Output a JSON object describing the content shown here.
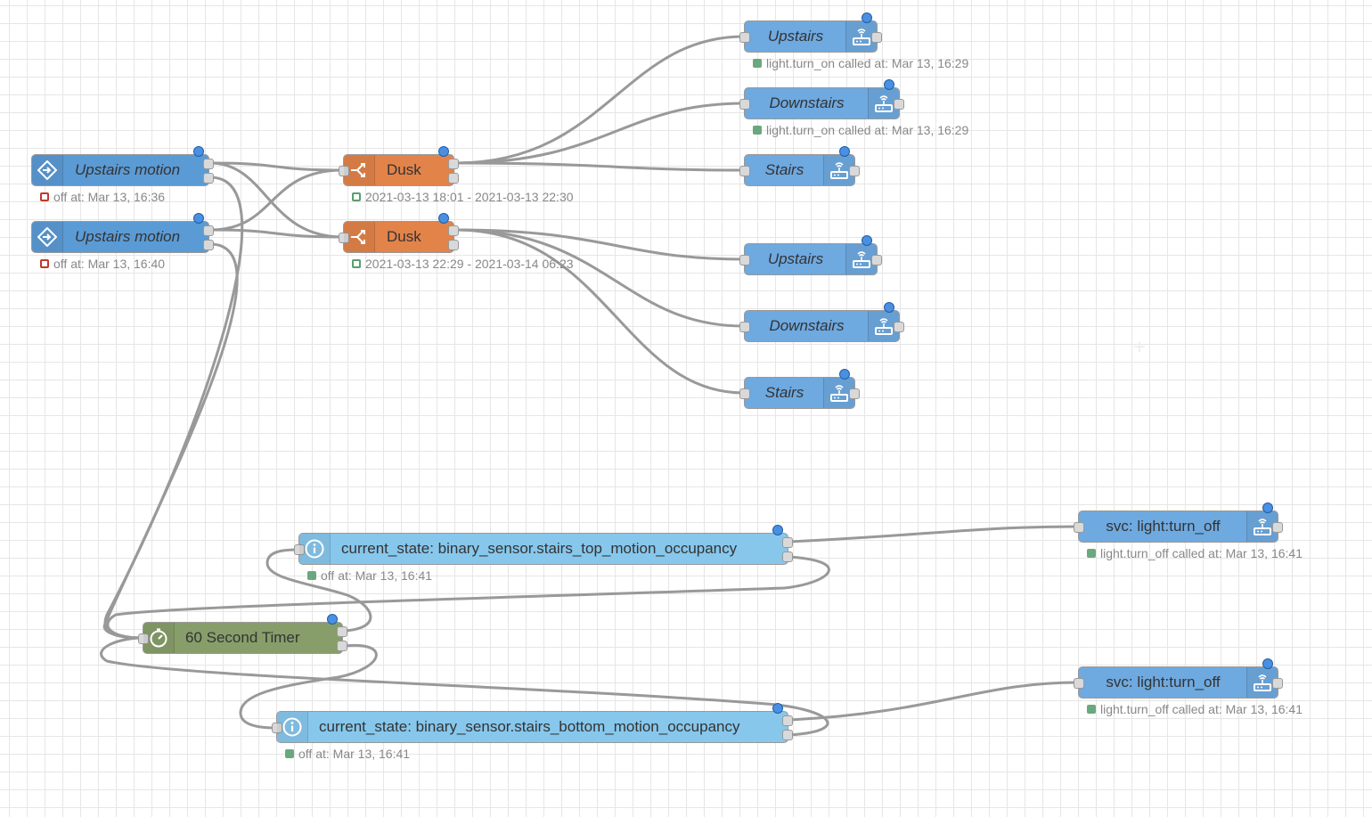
{
  "colors": {
    "trigger": "#5b9bd5",
    "service": "#6ea9e0",
    "switch": "#e2834a",
    "state": "#87c7ec",
    "timer": "#879e6a",
    "wire": "#999999",
    "status_green": "#5a9e6f",
    "status_red": "#c0392b"
  },
  "nodes": {
    "trigger1": {
      "label": "Upstairs motion",
      "status": "off at: Mar 13, 16:36",
      "icon": "arrow-in-icon"
    },
    "trigger2": {
      "label": "Upstairs motion",
      "status": "off at: Mar 13, 16:40",
      "icon": "arrow-in-icon"
    },
    "dusk1": {
      "label": "Dusk",
      "status": "2021-03-13 18:01 - 2021-03-13 22:30",
      "icon": "switch-icon"
    },
    "dusk2": {
      "label": "Dusk",
      "status": "2021-03-13 22:29 - 2021-03-14 06:23",
      "icon": "switch-icon"
    },
    "svc_upstairs1": {
      "label": "Upstairs",
      "status": "light.turn_on called at: Mar 13, 16:29",
      "icon": "router-icon"
    },
    "svc_downstairs1": {
      "label": "Downstairs",
      "status": "light.turn_on called at: Mar 13, 16:29",
      "icon": "router-icon"
    },
    "svc_stairs1": {
      "label": "Stairs",
      "icon": "router-icon"
    },
    "svc_upstairs2": {
      "label": "Upstairs",
      "icon": "router-icon"
    },
    "svc_downstairs2": {
      "label": "Downstairs",
      "icon": "router-icon"
    },
    "svc_stairs2": {
      "label": "Stairs",
      "icon": "router-icon"
    },
    "state_top": {
      "label": "current_state: binary_sensor.stairs_top_motion_occupancy",
      "status": "off at: Mar 13, 16:41",
      "icon": "info-icon"
    },
    "state_bottom": {
      "label": "current_state: binary_sensor.stairs_bottom_motion_occupancy",
      "status": "off at: Mar 13, 16:41",
      "icon": "info-icon"
    },
    "timer": {
      "label": "60 Second Timer",
      "icon": "timer-icon"
    },
    "svc_off1": {
      "label": "svc: light:turn_off",
      "status": "light.turn_off called at: Mar 13, 16:41",
      "icon": "router-icon"
    },
    "svc_off2": {
      "label": "svc: light:turn_off",
      "status": "light.turn_off called at: Mar 13, 16:41",
      "icon": "router-icon"
    }
  }
}
